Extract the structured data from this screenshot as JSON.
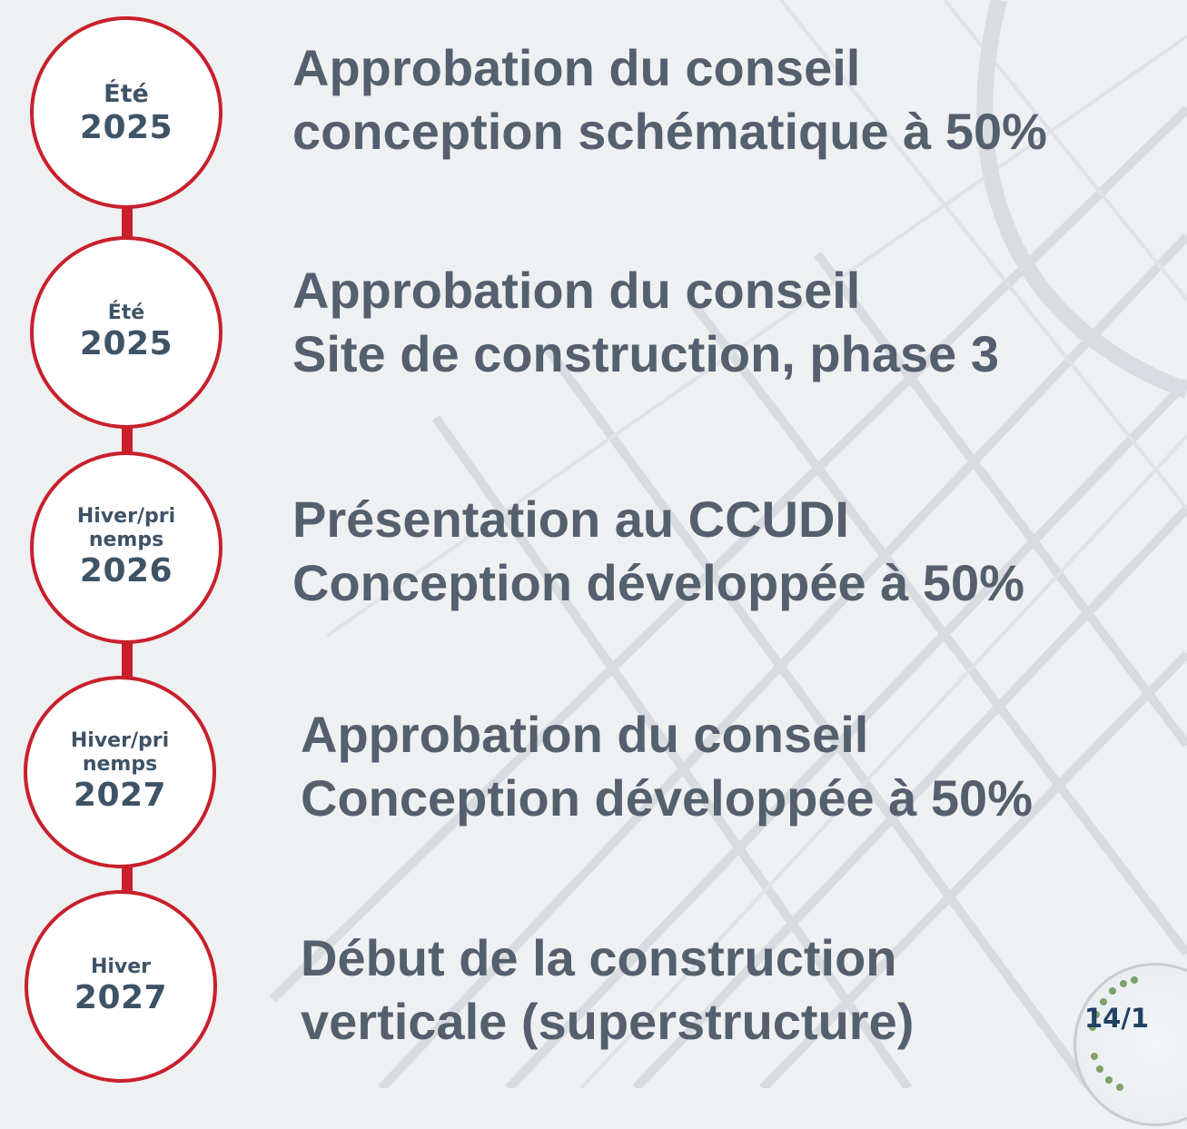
{
  "timeline": [
    {
      "season": "Été",
      "year": "2025",
      "line1": "Approbation du conseil",
      "line2": "conception schématique à 50%"
    },
    {
      "season": "Été",
      "year": "2025",
      "line1": "Approbation du conseil",
      "line2": "Site de construction, phase 3"
    },
    {
      "season": "Hiver/pri\nnemps",
      "year": "2026",
      "line1": "Présentation au CCUDI",
      "line2": "Conception développée à 50%"
    },
    {
      "season": "Hiver/pri\nnemps",
      "year": "2027",
      "line1": "Approbation du conseil",
      "line2": "Conception développée à 50%"
    },
    {
      "season": "Hiver",
      "year": "2027",
      "line1": "Début de la construction",
      "line2": "verticale (superstructure)"
    }
  ],
  "page_badge": "14/1",
  "colors": {
    "accent": "#c8202c",
    "circle_text": "#3e5366",
    "milestone_text": "#555f6e",
    "badge_text": "#1f4162"
  }
}
